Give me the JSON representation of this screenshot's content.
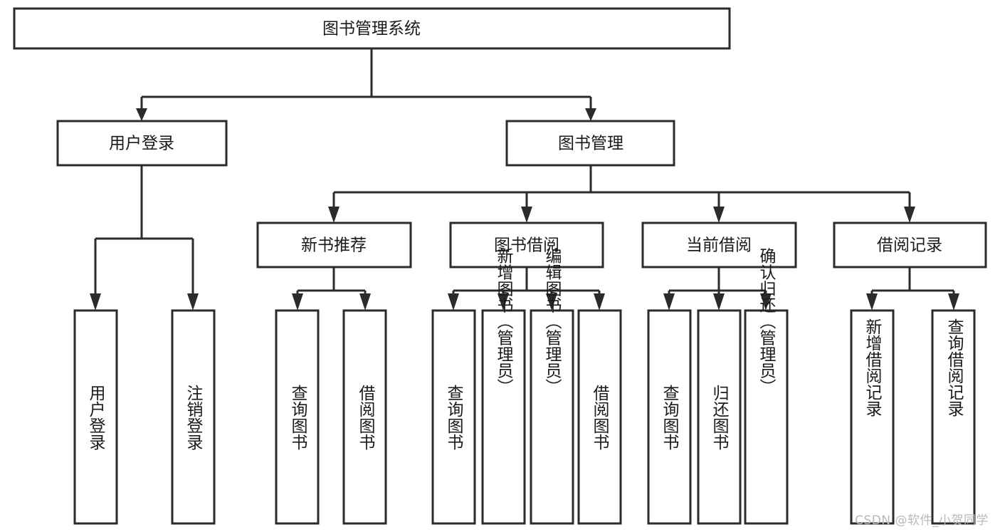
{
  "diagram": {
    "title": "图书管理系统",
    "watermark": "CSDN @软件_小贺同学",
    "colors": {
      "stroke": "#2b2b2b",
      "fill": "#ffffff",
      "text": "#1a1a1a",
      "watermark": "#b9b9b9",
      "background": "#ffffff"
    }
  },
  "nodes": {
    "root": {
      "label": "图书管理系统",
      "orientation": "horizontal"
    },
    "level1": [
      {
        "id": "user-login",
        "label": "用户登录",
        "orientation": "horizontal"
      },
      {
        "id": "book-management",
        "label": "图书管理",
        "orientation": "horizontal"
      }
    ],
    "level2": [
      {
        "id": "new-book-recommend",
        "label": "新书推荐",
        "orientation": "horizontal",
        "parent": "book-management"
      },
      {
        "id": "book-borrow",
        "label": "图书借阅",
        "orientation": "horizontal",
        "parent": "book-management"
      },
      {
        "id": "current-borrow",
        "label": "当前借阅",
        "orientation": "horizontal",
        "parent": "book-management"
      },
      {
        "id": "borrow-record",
        "label": "借阅记录",
        "orientation": "horizontal",
        "parent": "book-management"
      }
    ],
    "leaves": [
      {
        "id": "leaf-user-login",
        "label": "用户登录",
        "orientation": "vertical",
        "parent": "user-login"
      },
      {
        "id": "leaf-user-logout",
        "label": "注销登录",
        "orientation": "vertical",
        "parent": "user-login"
      },
      {
        "id": "leaf-query-book-1",
        "label": "查询图书",
        "orientation": "vertical",
        "parent": "new-book-recommend"
      },
      {
        "id": "leaf-borrow-book-1",
        "label": "借阅图书",
        "orientation": "vertical",
        "parent": "new-book-recommend"
      },
      {
        "id": "leaf-query-book-2",
        "label": "查询图书",
        "orientation": "vertical",
        "parent": "book-borrow"
      },
      {
        "id": "leaf-add-book",
        "label": "新增图书（管理员）",
        "orientation": "vertical",
        "parent": "book-borrow"
      },
      {
        "id": "leaf-edit-book",
        "label": "编辑图书（管理员）",
        "orientation": "vertical",
        "parent": "book-borrow"
      },
      {
        "id": "leaf-borrow-book-2",
        "label": "借阅图书",
        "orientation": "vertical",
        "parent": "book-borrow"
      },
      {
        "id": "leaf-query-book-3",
        "label": "查询图书",
        "orientation": "vertical",
        "parent": "current-borrow"
      },
      {
        "id": "leaf-return-book",
        "label": "归还图书",
        "orientation": "vertical",
        "parent": "current-borrow"
      },
      {
        "id": "leaf-confirm-return",
        "label": "确认归还（管理员）",
        "orientation": "vertical",
        "parent": "current-borrow"
      },
      {
        "id": "leaf-add-record",
        "label": "新增借阅记录",
        "orientation": "vertical",
        "parent": "borrow-record"
      },
      {
        "id": "leaf-query-record",
        "label": "查询借阅记录",
        "orientation": "vertical",
        "parent": "borrow-record"
      }
    ]
  },
  "chart_data": {
    "type": "table",
    "title": "图书管理系统",
    "structure": "tree",
    "levels": [
      {
        "level": 0,
        "items": [
          "图书管理系统"
        ]
      },
      {
        "level": 1,
        "items": [
          "用户登录",
          "图书管理"
        ]
      },
      {
        "level": 2,
        "items": [
          "新书推荐",
          "图书借阅",
          "当前借阅",
          "借阅记录"
        ]
      },
      {
        "level": 3,
        "items": [
          "用户登录",
          "注销登录",
          "查询图书",
          "借阅图书",
          "查询图书",
          "新增图书（管理员）",
          "编辑图书（管理员）",
          "借阅图书",
          "查询图书",
          "归还图书",
          "确认归还（管理员）",
          "新增借阅记录",
          "查询借阅记录"
        ]
      }
    ],
    "edges": [
      [
        "图书管理系统",
        "用户登录"
      ],
      [
        "图书管理系统",
        "图书管理"
      ],
      [
        "用户登录",
        "用户登录"
      ],
      [
        "用户登录",
        "注销登录"
      ],
      [
        "图书管理",
        "新书推荐"
      ],
      [
        "图书管理",
        "图书借阅"
      ],
      [
        "图书管理",
        "当前借阅"
      ],
      [
        "图书管理",
        "借阅记录"
      ],
      [
        "新书推荐",
        "查询图书"
      ],
      [
        "新书推荐",
        "借阅图书"
      ],
      [
        "图书借阅",
        "查询图书"
      ],
      [
        "图书借阅",
        "新增图书（管理员）"
      ],
      [
        "图书借阅",
        "编辑图书（管理员）"
      ],
      [
        "图书借阅",
        "借阅图书"
      ],
      [
        "当前借阅",
        "查询图书"
      ],
      [
        "当前借阅",
        "归还图书"
      ],
      [
        "当前借阅",
        "确认归还（管理员）"
      ],
      [
        "借阅记录",
        "新增借阅记录"
      ],
      [
        "借阅记录",
        "查询借阅记录"
      ]
    ]
  }
}
